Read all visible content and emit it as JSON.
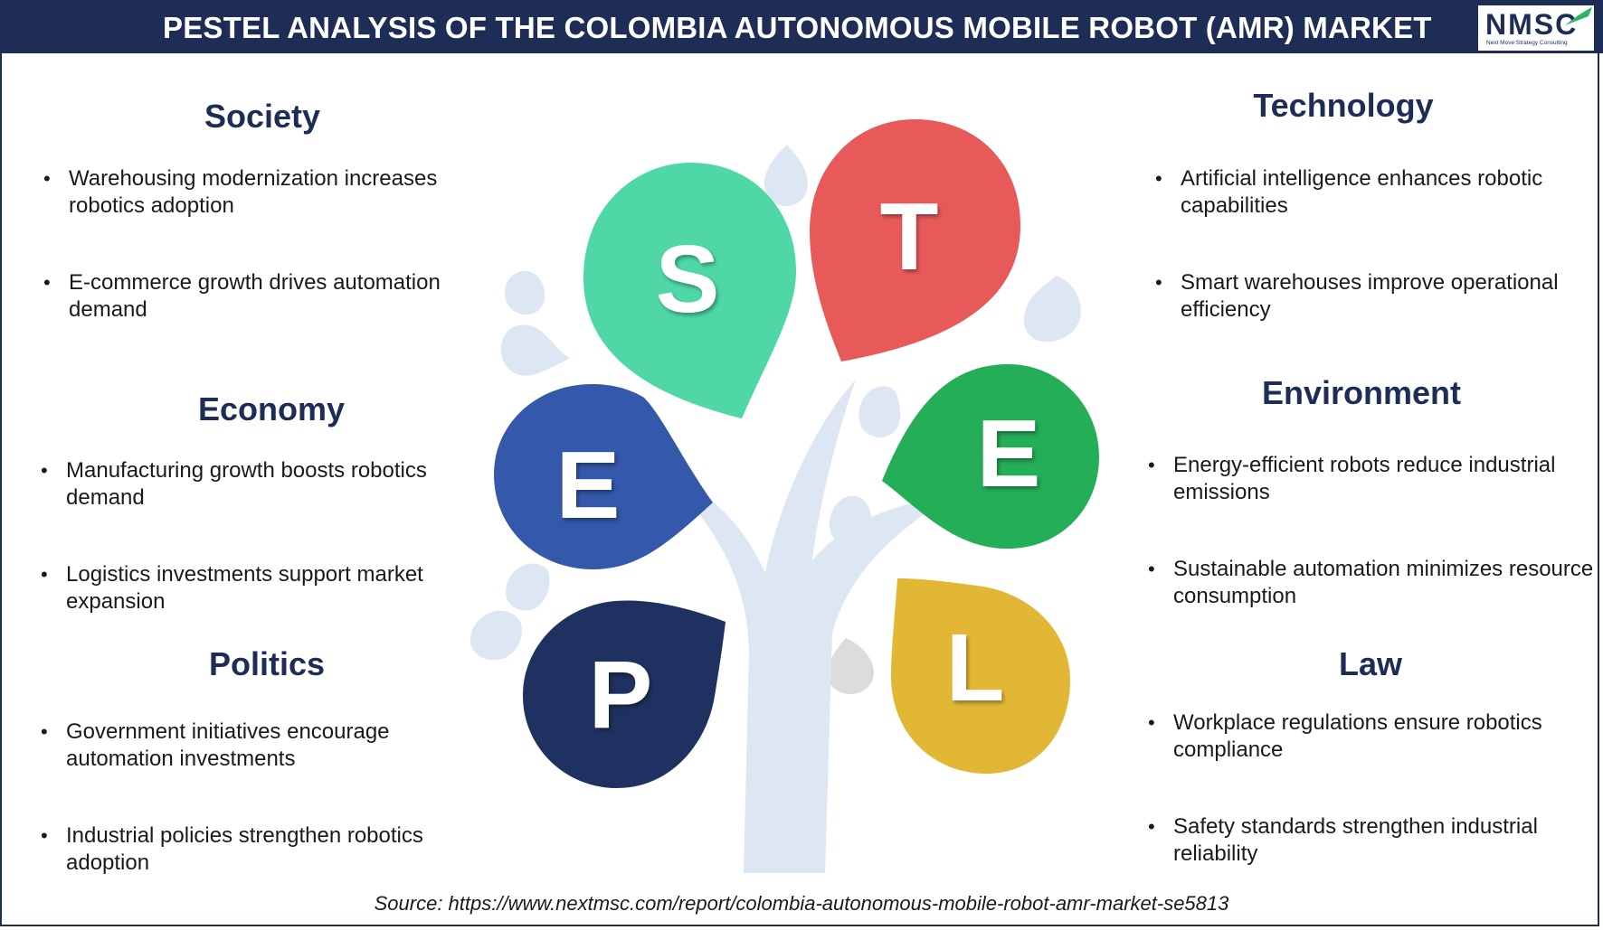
{
  "header": {
    "title": "PESTEL ANALYSIS OF THE COLOMBIA AUTONOMOUS MOBILE ROBOT (AMR) MARKET",
    "logo_text": "NMSC",
    "logo_tagline": "Next Move Strategy Consulting"
  },
  "colors": {
    "navy": "#1d2d55",
    "society": "#4fd8a6",
    "technology": "#e85a5a",
    "economy": "#3458aa",
    "environment": "#24ae58",
    "politics": "#1f3160",
    "law": "#e2b736",
    "tree": "#dde7f4"
  },
  "letters": {
    "s": "S",
    "t": "T",
    "e1": "E",
    "e2": "E",
    "p": "P",
    "l": "L"
  },
  "sections": {
    "society": {
      "title": "Society",
      "bullets": [
        "Warehousing modernization increases robotics adoption",
        "E-commerce growth drives automation demand"
      ]
    },
    "economy": {
      "title": "Economy",
      "bullets": [
        "Manufacturing growth boosts robotics demand",
        "Logistics investments support market expansion"
      ]
    },
    "politics": {
      "title": "Politics",
      "bullets": [
        "Government initiatives encourage automation investments",
        "Industrial policies strengthen robotics adoption"
      ]
    },
    "technology": {
      "title": "Technology",
      "bullets": [
        "Artificial intelligence enhances robotic capabilities",
        "Smart warehouses improve operational efficiency"
      ]
    },
    "environment": {
      "title": "Environment",
      "bullets": [
        "Energy-efficient robots reduce industrial emissions",
        "Sustainable automation minimizes resource consumption"
      ]
    },
    "law": {
      "title": "Law",
      "bullets": [
        "Workplace regulations ensure robotics compliance",
        "Safety standards strengthen industrial reliability"
      ]
    }
  },
  "source": "Source: https://www.nextmsc.com/report/colombia-autonomous-mobile-robot-amr-market-se5813"
}
